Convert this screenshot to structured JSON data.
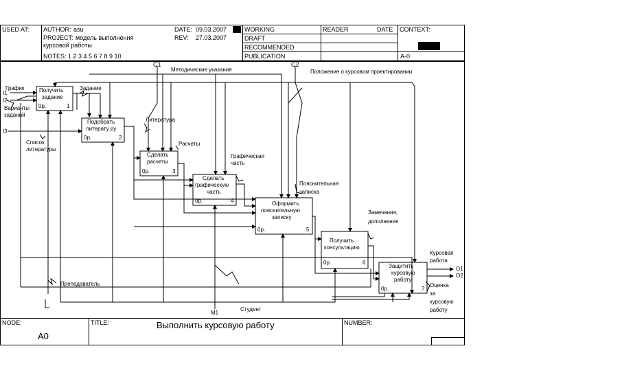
{
  "header": {
    "used_at_label": "USED AT:",
    "author_label": "AUTHOR:",
    "author": "asu",
    "project_label": "PROJECT:",
    "project_line1": "модель выполнения",
    "project_line2": "курсовой работы",
    "notes": "NOTES:  1  2  3  4  5  6  7  8  9  10",
    "date_label": "DATE:",
    "date": "09.03.2007",
    "rev_label": "REV:",
    "rev": "27.03.2007",
    "status": [
      "WORKING",
      "DRAFT",
      "RECOMMENDED",
      "PUBLICATION"
    ],
    "reader_label": "READER",
    "date2_label": "DATE",
    "context_label": "CONTEXT:",
    "context_node": "A-0"
  },
  "boxes": [
    {
      "id": "b1",
      "l1": "Получить",
      "l2": "задание",
      "l3": "",
      "cost": "0р.",
      "num": "1"
    },
    {
      "id": "b2",
      "l1": "Подобрать",
      "l2": "литерату ру",
      "l3": "",
      "cost": "0р.",
      "num": "2"
    },
    {
      "id": "b3",
      "l1": "Сделать",
      "l2": "расчеты",
      "l3": "",
      "cost": "0р.",
      "num": "3"
    },
    {
      "id": "b4",
      "l1": "Сделать",
      "l2": "графическую",
      "l3": "часть",
      "cost": "0р.",
      "num": "4"
    },
    {
      "id": "b5",
      "l1": "Оформить",
      "l2": "пояснительную",
      "l3": "записку",
      "cost": "0р.",
      "num": "5"
    },
    {
      "id": "b6",
      "l1": "Получить",
      "l2": "консультацию",
      "l3": "",
      "cost": "0р.",
      "num": "6"
    },
    {
      "id": "b7",
      "l1": "Защитить",
      "l2": "курсовую",
      "l3": "работу",
      "cost": "0р.",
      "num": "7"
    }
  ],
  "labels": {
    "c1": "C1",
    "c2": "C2",
    "metod": "Методические указания",
    "polozh": "Положение о курсовом проектировании",
    "grafik": "График",
    "i1": "I1",
    "i2": "I2",
    "variant1": "Варианты",
    "variant2": "заданий",
    "i3": "I3",
    "spisok1": "Список",
    "spisok2": "литературы",
    "zadanie": "Задание",
    "literatura": "Литература",
    "raschety": "Расчеты",
    "graf1": "Графическая",
    "graf2": "часть",
    "poyasn1": "Пояснительная",
    "poyasn2": "записка",
    "zamech1": "Замечания,",
    "zamech2": "дополнения",
    "kurs1": "Курсовая",
    "kurs2": "работа",
    "o1": "O1",
    "o2": "O2",
    "ocenka1": "Оценка",
    "ocenka2": "за",
    "ocenka3": "курсовую",
    "ocenka4": "работу",
    "prepod": "Преподаватель",
    "student": "Студент",
    "m1": "M1"
  },
  "footer": {
    "node_label": "NODE:",
    "node": "A0",
    "title_label": "TITLE:",
    "title": "Выполнить  курсовую работу",
    "number_label": "NUMBER:"
  }
}
